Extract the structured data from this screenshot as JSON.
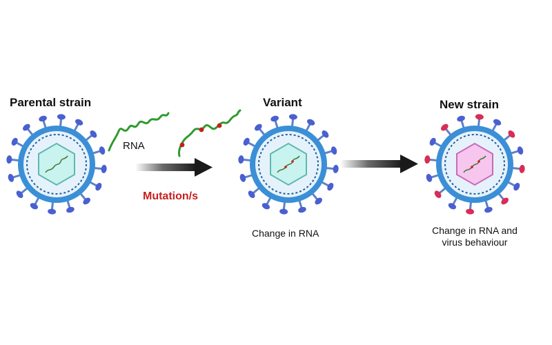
{
  "stages": [
    {
      "title": "Parental strain",
      "caption": ""
    },
    {
      "title": "Variant",
      "caption": "Change in RNA"
    },
    {
      "title": "New strain",
      "caption_line1": "Change in RNA and",
      "caption_line2": "virus behaviour"
    }
  ],
  "rna_label": "RNA",
  "mutation_label": "Mutation/s",
  "colors": {
    "envelope": "#3b8fd6",
    "envelope_dark": "#1f5fa3",
    "capsid_cyan": "#c8f3ee",
    "capsid_pink": "#f6c6ef",
    "spike_blue": "#4a5fd0",
    "spike_red": "#d92c56",
    "rna_green": "#2e9a2e",
    "mutation_red": "#c81e1e",
    "arrow": "#1a1a1a"
  },
  "icons": [
    "virus-icon",
    "rna-strand-icon",
    "arrow-right-icon"
  ]
}
